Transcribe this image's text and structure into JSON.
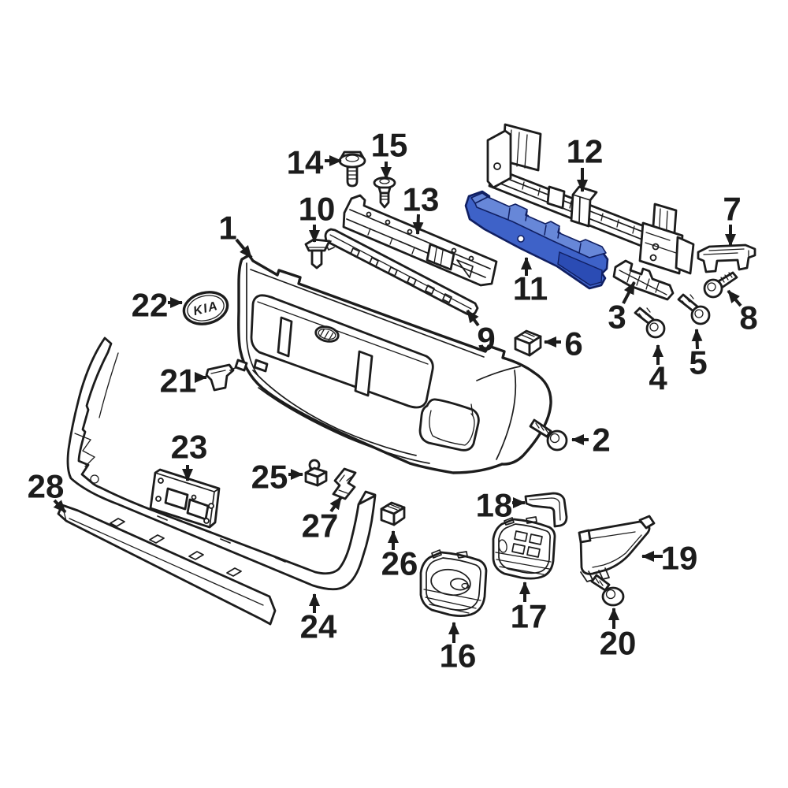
{
  "colors": {
    "background": "#ffffff",
    "line": "#1c1c1c",
    "highlight_top": "#6787d8",
    "highlight_mid": "#3e62c8",
    "highlight_dark": "#2b4cb4",
    "highlight_stroke": "#101f62"
  },
  "emblem": {
    "text": "KIA"
  },
  "highlighted_part": {
    "label": "11"
  },
  "callouts": [
    {
      "label": "1",
      "text": [
        289,
        289
      ],
      "arrow": [
        300,
        304,
        319,
        327
      ]
    },
    {
      "label": "2",
      "text": [
        763,
        558
      ],
      "arrow": [
        747,
        558,
        726,
        558
      ]
    },
    {
      "label": "3",
      "text": [
        783,
        402
      ],
      "arrow": [
        791,
        385,
        805,
        358
      ]
    },
    {
      "label": "4",
      "text": [
        835,
        480
      ],
      "arrow": [
        835,
        463,
        835,
        438
      ]
    },
    {
      "label": "5",
      "text": [
        886,
        460
      ],
      "arrow": [
        885,
        443,
        884,
        418
      ]
    },
    {
      "label": "6",
      "text": [
        728,
        436
      ],
      "arrow": [
        712,
        434,
        691,
        434
      ]
    },
    {
      "label": "7",
      "text": [
        929,
        265
      ],
      "arrow": [
        927,
        285,
        927,
        312
      ]
    },
    {
      "label": "8",
      "text": [
        950,
        403
      ],
      "arrow": [
        940,
        388,
        924,
        369
      ]
    },
    {
      "label": "9",
      "text": [
        617,
        430
      ],
      "arrow": [
        607,
        413,
        593,
        394
      ]
    },
    {
      "label": "10",
      "text": [
        402,
        265
      ],
      "arrow": [
        399,
        285,
        399,
        307
      ]
    },
    {
      "label": "11",
      "text": [
        673,
        366
      ],
      "arrow": [
        668,
        350,
        668,
        327
      ]
    },
    {
      "label": "12",
      "text": [
        742,
        192
      ],
      "arrow": [
        739,
        213,
        739,
        243
      ]
    },
    {
      "label": "13",
      "text": [
        534,
        253
      ],
      "arrow": [
        531,
        272,
        530,
        297
      ]
    },
    {
      "label": "14",
      "text": [
        387,
        206
      ],
      "arrow": [
        412,
        204,
        433,
        204
      ]
    },
    {
      "label": "15",
      "text": [
        494,
        184
      ],
      "arrow": [
        490,
        205,
        490,
        227
      ]
    },
    {
      "label": "16",
      "text": [
        581,
        832
      ],
      "arrow": [
        576,
        816,
        576,
        790
      ]
    },
    {
      "label": "17",
      "text": [
        671,
        782
      ],
      "arrow": [
        666,
        764,
        666,
        739
      ]
    },
    {
      "label": "18",
      "text": [
        627,
        641
      ],
      "arrow": [
        650,
        638,
        666,
        638
      ]
    },
    {
      "label": "19",
      "text": [
        862,
        708
      ],
      "arrow": [
        841,
        706,
        815,
        706
      ]
    },
    {
      "label": "20",
      "text": [
        784,
        816
      ],
      "arrow": [
        779,
        798,
        779,
        772
      ]
    },
    {
      "label": "21",
      "text": [
        226,
        483
      ],
      "arrow": [
        248,
        479,
        262,
        479
      ]
    },
    {
      "label": "22",
      "text": [
        190,
        387
      ],
      "arrow": [
        213,
        384,
        231,
        384
      ]
    },
    {
      "label": "23",
      "text": [
        240,
        567
      ],
      "arrow": [
        238,
        590,
        238,
        610
      ]
    },
    {
      "label": "24",
      "text": [
        404,
        795
      ],
      "arrow": [
        399,
        778,
        399,
        754
      ]
    },
    {
      "label": "25",
      "text": [
        342,
        605
      ],
      "arrow": [
        366,
        602,
        384,
        602
      ]
    },
    {
      "label": "26",
      "text": [
        507,
        715
      ],
      "arrow": [
        499,
        698,
        499,
        674
      ]
    },
    {
      "label": "27",
      "text": [
        406,
        667
      ],
      "arrow": [
        420,
        649,
        433,
        631
      ]
    },
    {
      "label": "28",
      "text": [
        58,
        617
      ],
      "arrow": [
        69,
        635,
        83,
        650
      ]
    }
  ]
}
